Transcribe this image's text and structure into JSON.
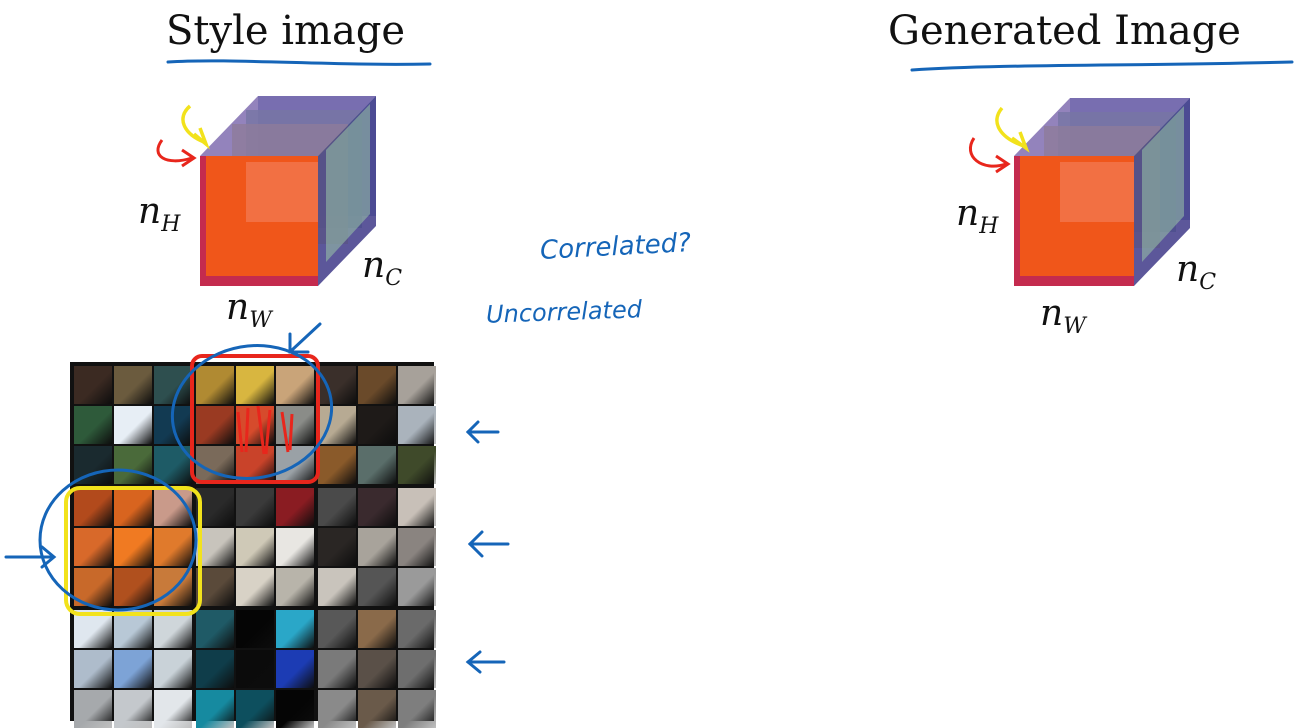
{
  "titles": {
    "style": "Style image",
    "generated": "Generated Image"
  },
  "volume_labels": {
    "height_var": "n",
    "height_sub": "H",
    "width_var": "n",
    "width_sub": "W",
    "channel_var": "n",
    "channel_sub": "C"
  },
  "handwritten_notes": {
    "correlated": "Correlated?",
    "uncorrelated": "Uncorrelated"
  },
  "colors": {
    "ink_blue": "#1565b8",
    "ink_red": "#e8261c",
    "ink_yellow": "#f2e21c",
    "front_face_orange": "#f0561a",
    "cube_slice_blue": "#8aa2c9",
    "cube_slice_green": "#8fc7a0",
    "cube_slice_yellow": "#e8e27a"
  },
  "feature_grid": {
    "rows": 3,
    "cols": 3,
    "tiles_per_block": 9,
    "highlighted_red_block": "row 1, col 2",
    "highlighted_yellow_block": "row 2, col 1"
  }
}
